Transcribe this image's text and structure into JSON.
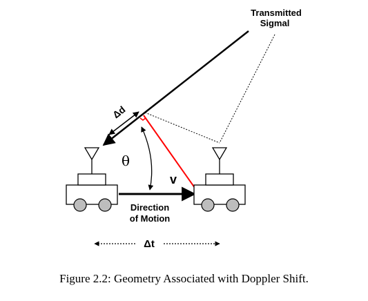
{
  "labels": {
    "transmitted_line1": "Transmitted",
    "transmitted_line2": "Sigmal",
    "delta_d": "Δd",
    "theta": "θ",
    "velocity": "v",
    "direction_line1": "Direction",
    "direction_line2": "of Motion",
    "delta_t": "Δt"
  },
  "caption": "Figure 2.2: Geometry Associated with Doppler Shift.",
  "colors": {
    "ink": "#000000",
    "perpendicular": "#ff0000",
    "wheel": "#bdbdbd"
  }
}
